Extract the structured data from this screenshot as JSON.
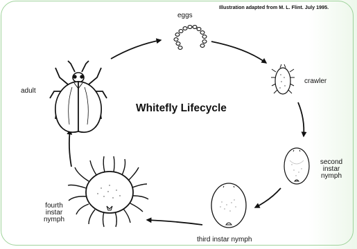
{
  "credit": "Illustration adapted from M. L. Flint. July 1995.",
  "title": "Whitefly Lifecycle",
  "stages": {
    "eggs": "eggs",
    "crawler": "crawler",
    "second_instar": [
      "second",
      "instar",
      "nymph"
    ],
    "third_instar": "third instar nymph",
    "fourth_instar": [
      "fourth",
      "instar",
      "nymph"
    ],
    "adult": "adult"
  },
  "colors": {
    "frame": "#9fd39b",
    "ink": "#111111",
    "fill": "#ffffff"
  }
}
